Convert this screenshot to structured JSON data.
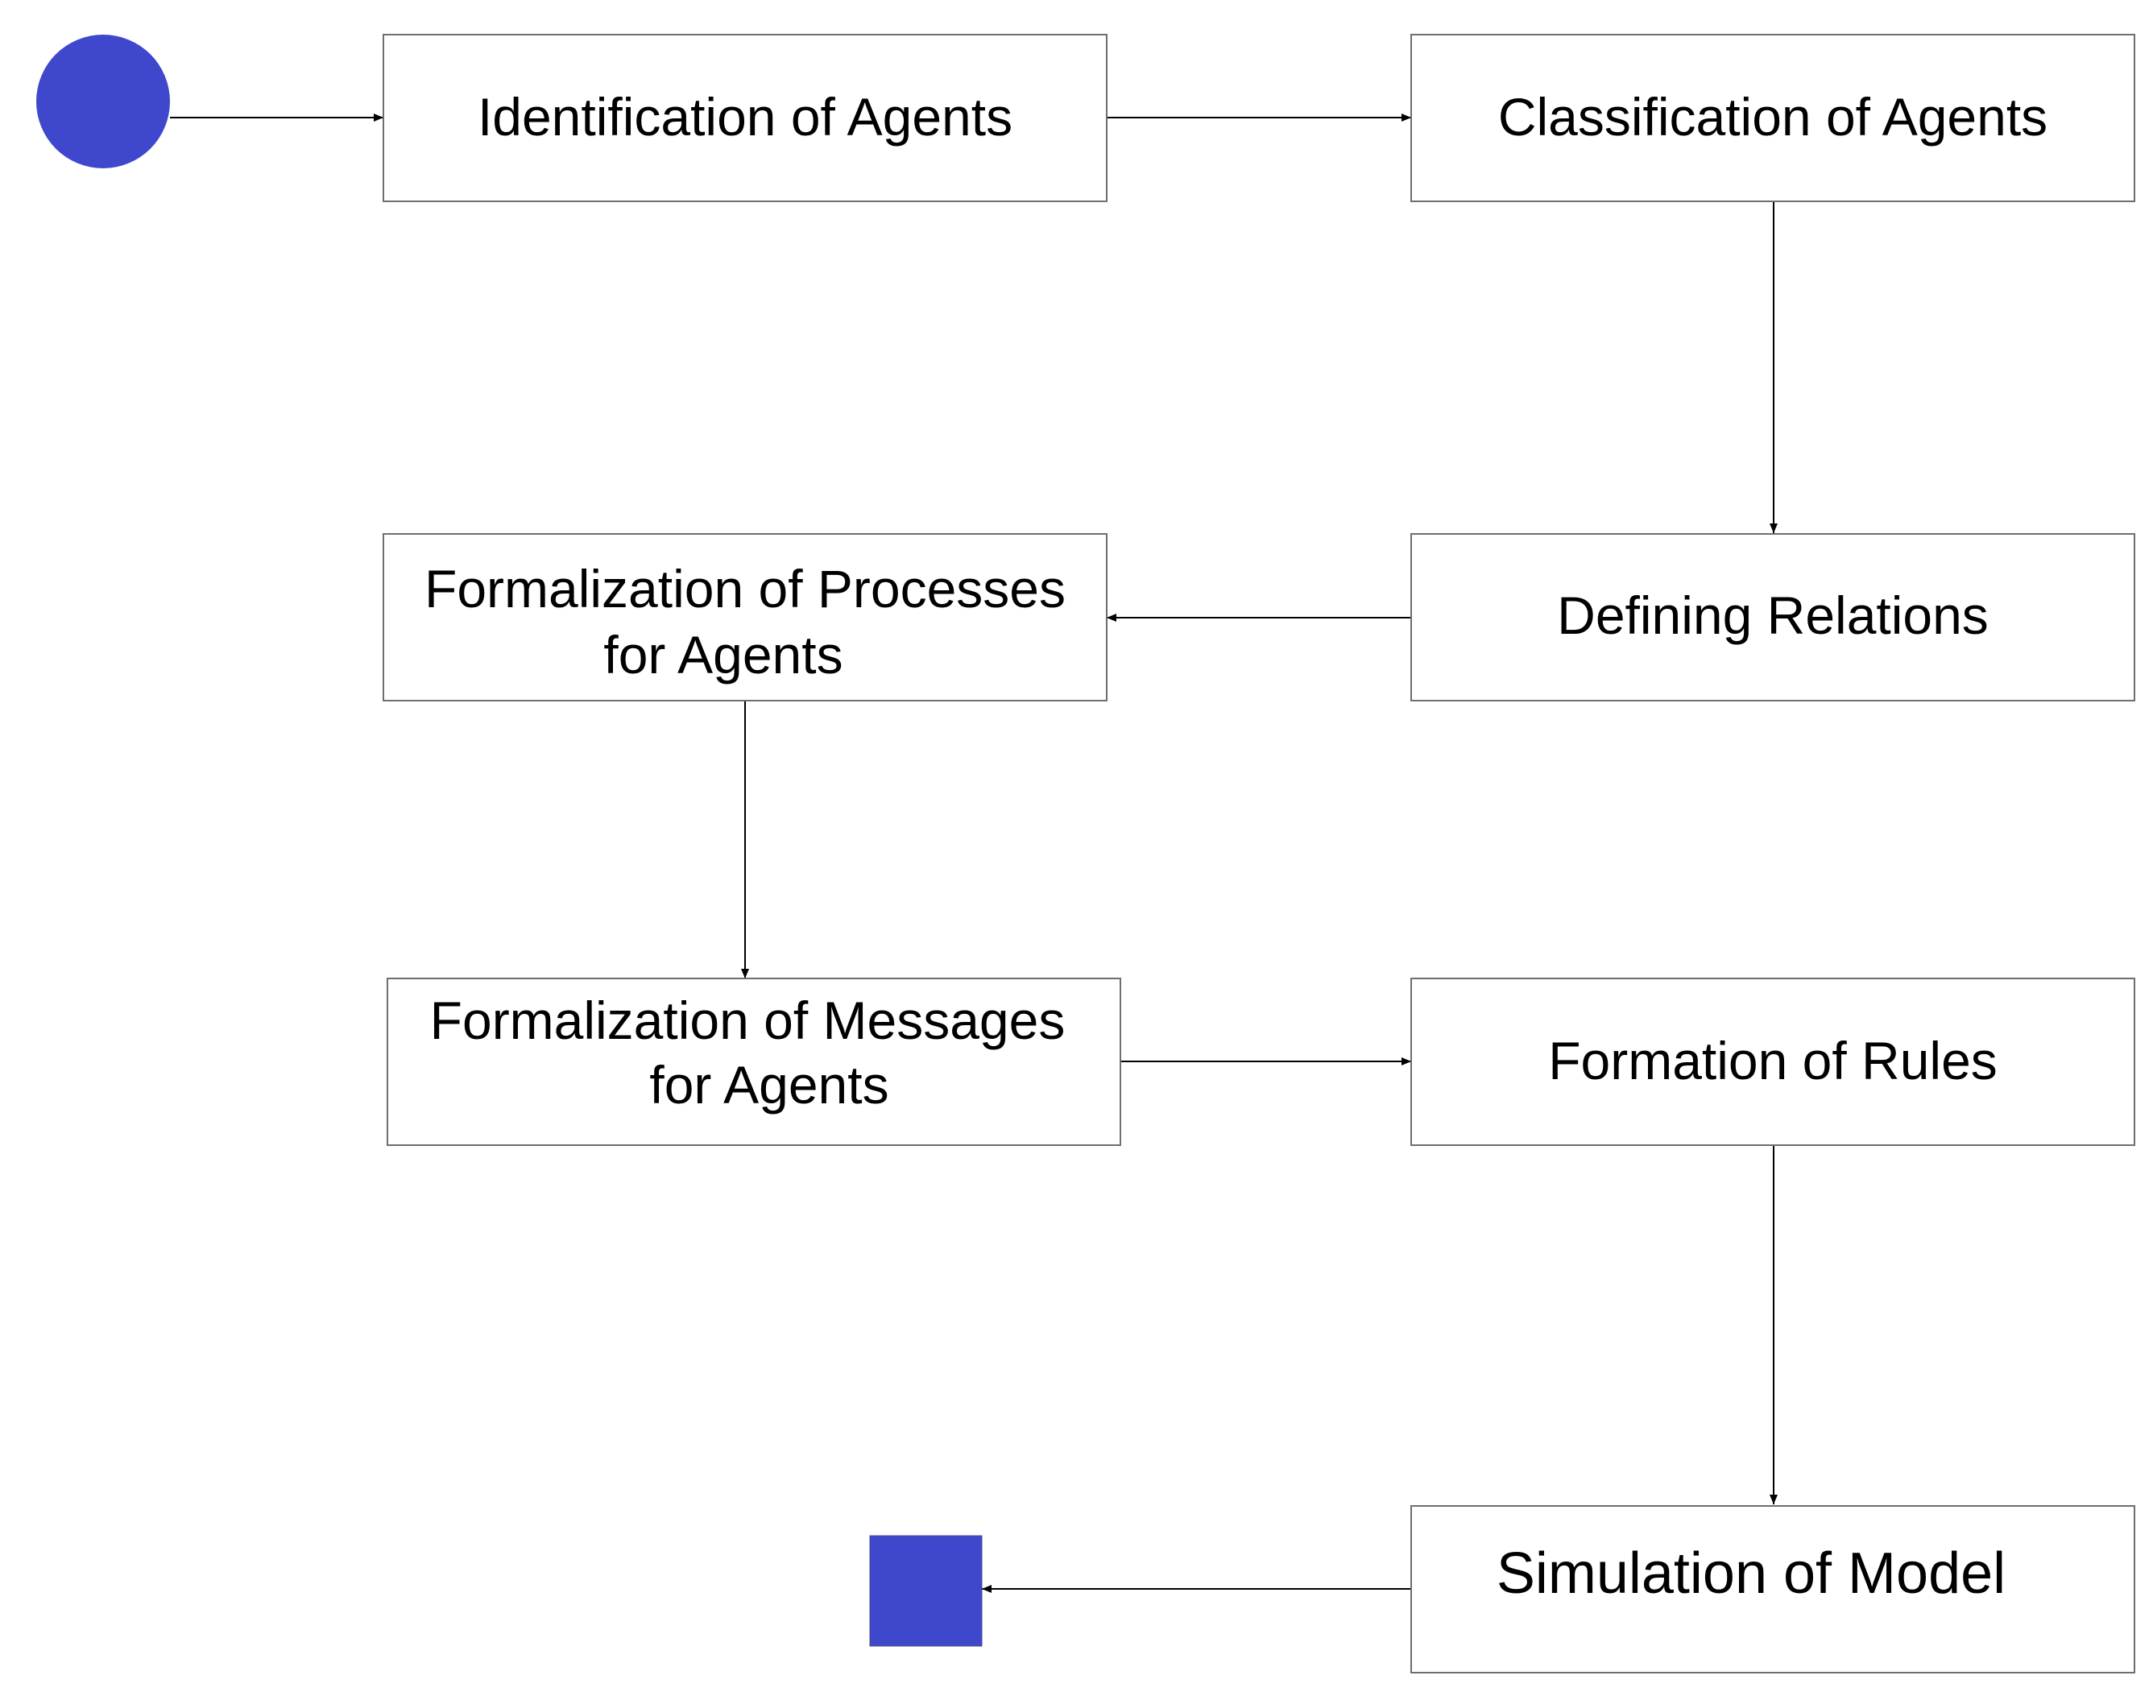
{
  "colors": {
    "start_node": "#3f48cc",
    "end_node": "#3f48cc",
    "box_border": "#6e6e6e",
    "connector": "#000000",
    "text": "#000000",
    "background": "#ffffff"
  },
  "nodes": {
    "identification": {
      "lines": [
        "Identification of Agents"
      ]
    },
    "classification": {
      "lines": [
        "Classification of Agents"
      ]
    },
    "defining_relations": {
      "lines": [
        "Defining Relations"
      ]
    },
    "formalization_processes": {
      "lines": [
        "Formalization of Processes",
        "for Agents"
      ]
    },
    "formalization_messages": {
      "lines": [
        "Formalization of Messages",
        "for Agents"
      ]
    },
    "formation_rules": {
      "lines": [
        "Formation of Rules"
      ]
    },
    "simulation_model": {
      "lines": [
        "Simulation of Model"
      ]
    }
  }
}
